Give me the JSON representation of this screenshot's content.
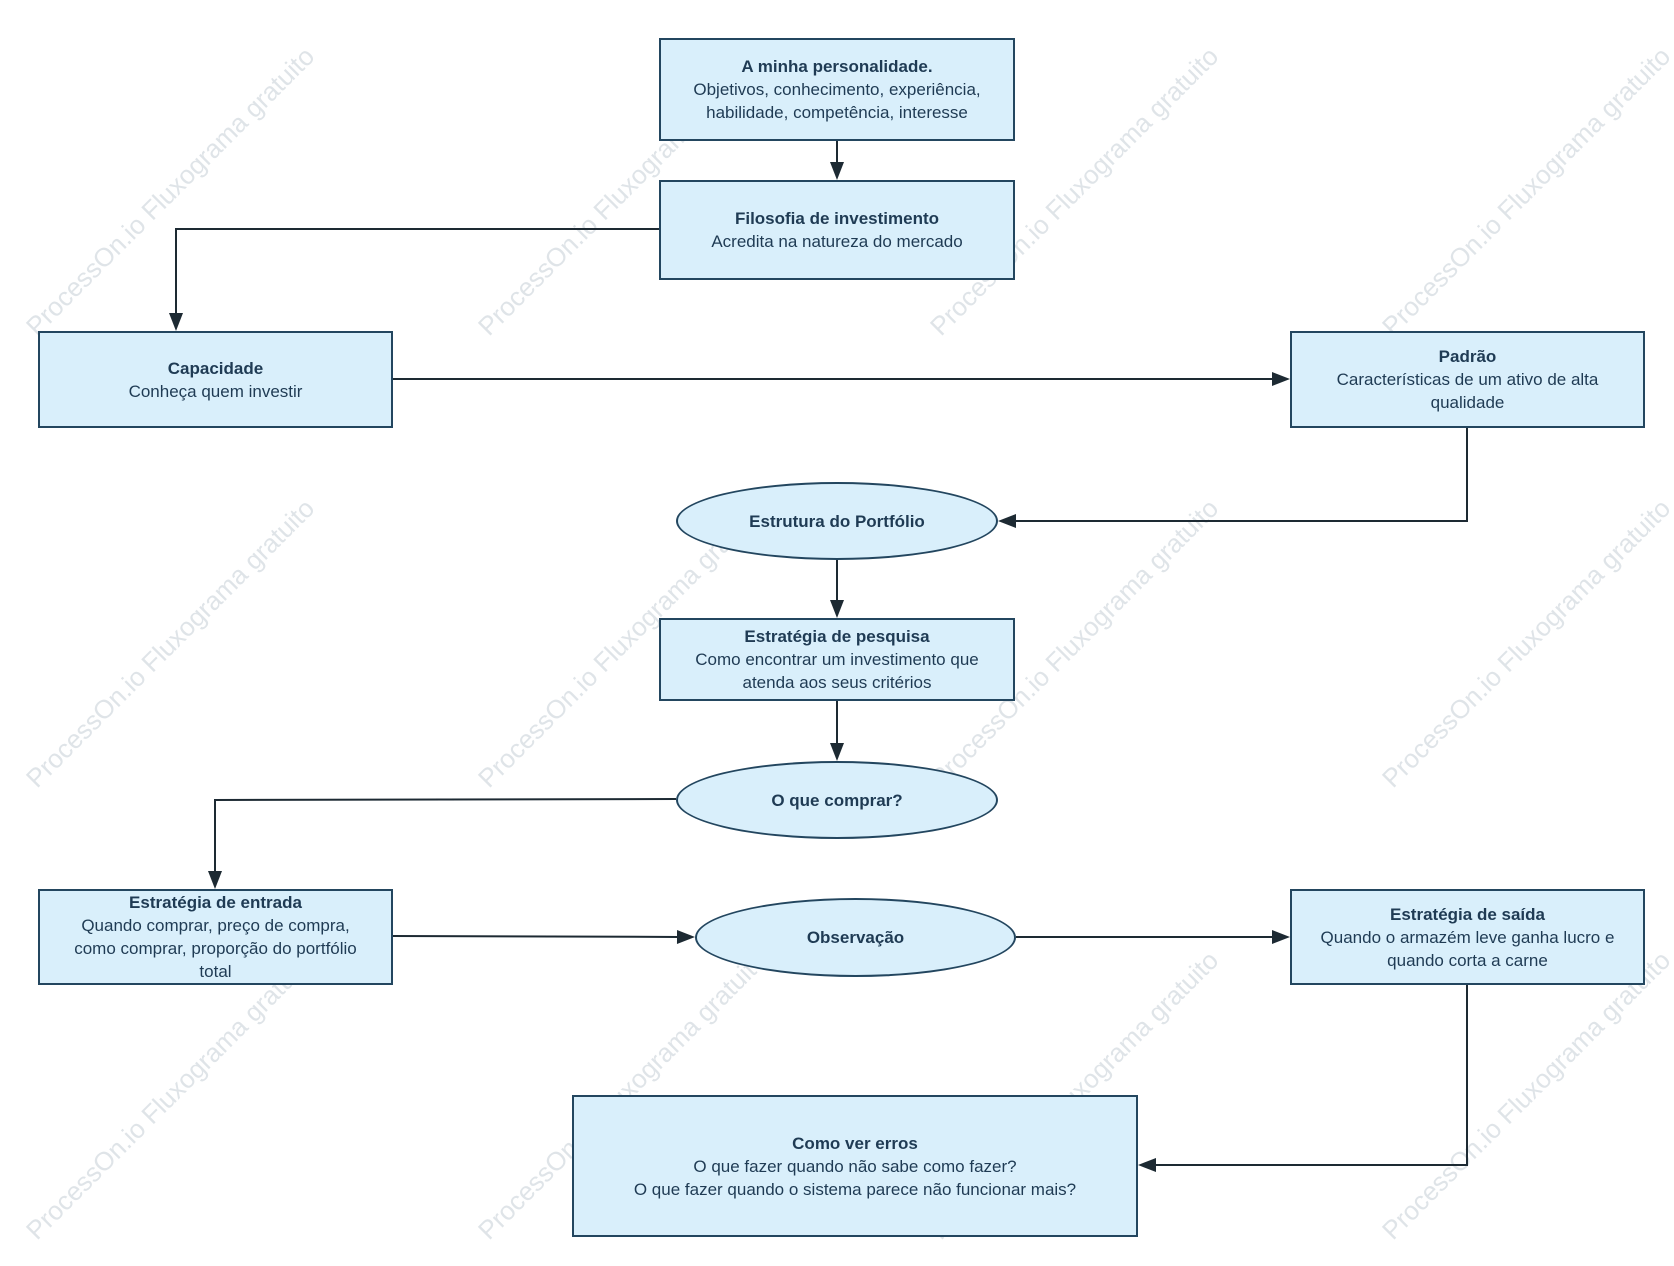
{
  "watermark": "ProcessOn.io Fluxograma gratuito",
  "colors": {
    "fill": "#d9effb",
    "stroke": "#23465f",
    "text": "#1f3b54",
    "arrow": "#1d2a33"
  },
  "nodes": {
    "personalidade": {
      "title": "A minha personalidade.",
      "lines": [
        "Objetivos, conhecimento, experiência,",
        "habilidade, competência, interesse"
      ]
    },
    "filosofia": {
      "title": "Filosofia de investimento",
      "lines": [
        "Acredita na natureza do mercado"
      ]
    },
    "capacidade": {
      "title": "Capacidade",
      "lines": [
        "Conheça quem investir"
      ]
    },
    "padrao": {
      "title": "Padrão",
      "lines": [
        "Características de um ativo de alta",
        "qualidade"
      ]
    },
    "estrutura": {
      "title": "Estrutura do Portfólio",
      "lines": []
    },
    "pesquisa": {
      "title": "Estratégia de pesquisa",
      "lines": [
        "Como encontrar um investimento que",
        "atenda aos seus critérios"
      ]
    },
    "comprar": {
      "title": "O que comprar?",
      "lines": []
    },
    "entrada": {
      "title": "Estratégia de entrada",
      "lines": [
        "Quando comprar, preço de compra,",
        "como comprar, proporção do portfólio",
        "total"
      ]
    },
    "observacao": {
      "title": "Observação",
      "lines": []
    },
    "saida": {
      "title": "Estratégia de saída",
      "lines": [
        "Quando o armazém leve ganha lucro e",
        "quando corta a carne"
      ]
    },
    "erros": {
      "title": "Como ver erros",
      "lines": [
        "O que fazer quando não sabe como fazer?",
        "O que fazer quando o sistema parece não funcionar mais?"
      ]
    }
  },
  "edges": [
    [
      "personalidade",
      "filosofia"
    ],
    [
      "filosofia",
      "capacidade"
    ],
    [
      "capacidade",
      "padrao"
    ],
    [
      "padrao",
      "estrutura"
    ],
    [
      "estrutura",
      "pesquisa"
    ],
    [
      "pesquisa",
      "comprar"
    ],
    [
      "comprar",
      "entrada"
    ],
    [
      "entrada",
      "observacao"
    ],
    [
      "observacao",
      "saida"
    ],
    [
      "saida",
      "erros"
    ]
  ]
}
